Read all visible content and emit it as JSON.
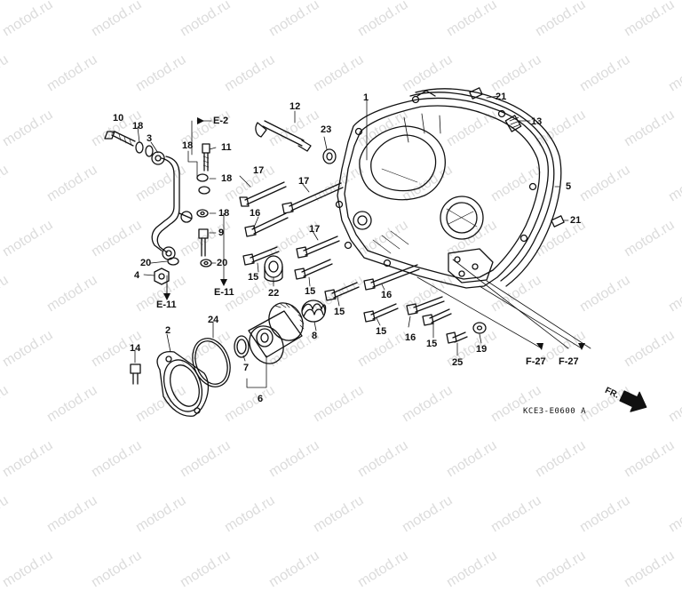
{
  "watermark": "motod.ru",
  "diagram_code": "KCE3-E0600 A",
  "direction_label": "FR.",
  "callouts": [
    "1",
    "2",
    "3",
    "4",
    "5",
    "6",
    "7",
    "8",
    "9",
    "10",
    "11",
    "12",
    "13",
    "14",
    "15",
    "15",
    "15",
    "15",
    "15",
    "16",
    "16",
    "16",
    "17",
    "17",
    "17",
    "18",
    "18",
    "18",
    "18",
    "19",
    "20",
    "20",
    "21",
    "21",
    "22",
    "23",
    "24",
    "25"
  ],
  "section_refs": [
    "E-2",
    "E-11",
    "E-11",
    "F-27",
    "F-27"
  ]
}
